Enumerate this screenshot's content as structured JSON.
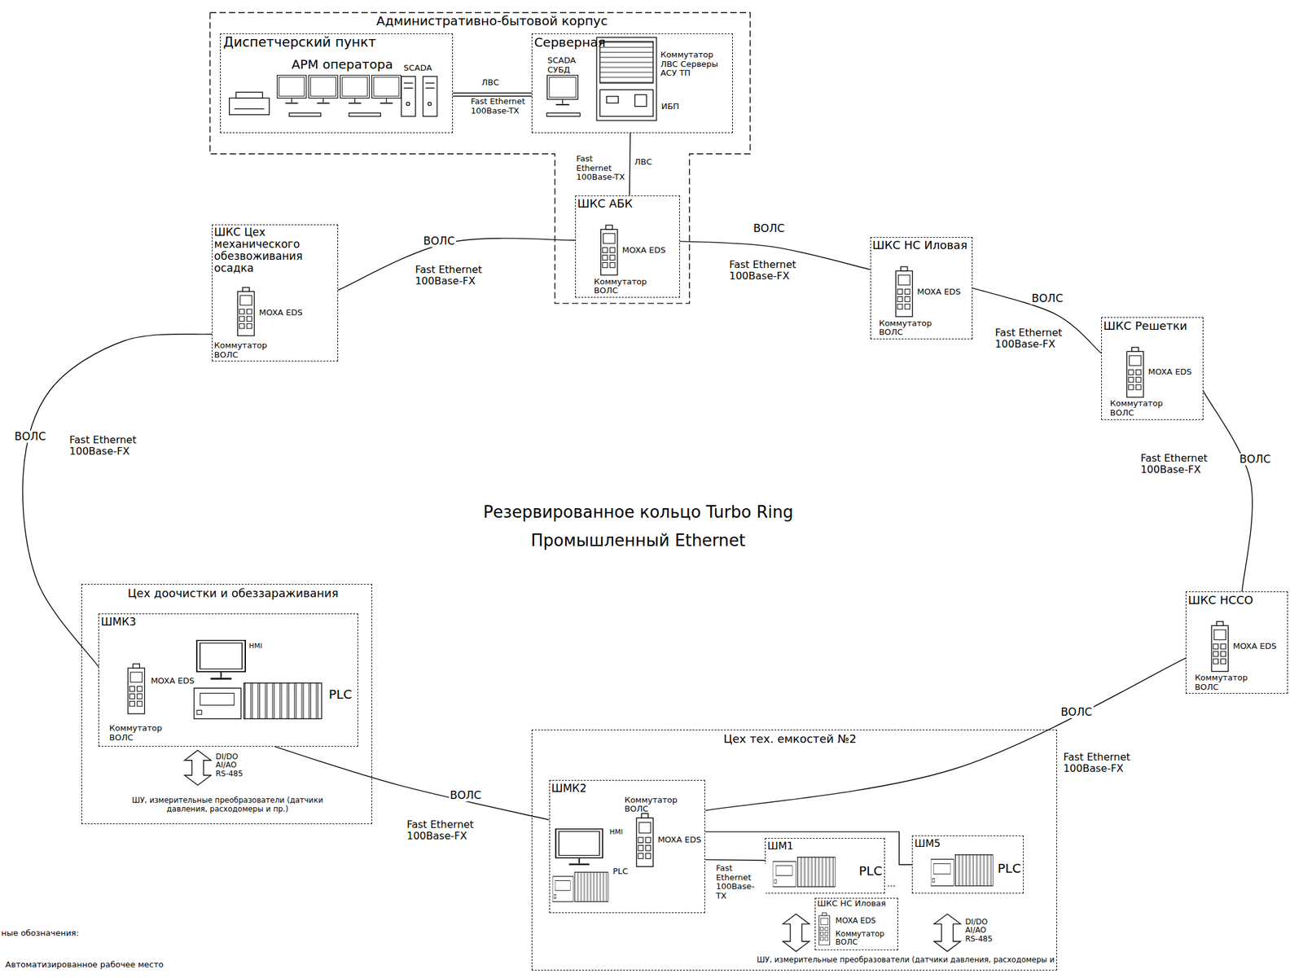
{
  "diagram": {
    "nodes": [
      {
        "text": [
          "Административно-бытовой корпус"
        ]
      },
      {
        "text": [
          "Диспетчерский пункт",
          "АРМ оператора",
          "SCADA"
        ],
        "in": 0
      },
      {
        "text": [
          "Серверная",
          "SCADA СУБД",
          "Коммутатор ЛВС Серверы АСУ ТП",
          "ИБП"
        ],
        "in": 0
      },
      {
        "text": [
          "ШКС АБК",
          "MOXA EDS",
          "Коммутатор ВОЛС"
        ],
        "in": 0
      },
      {
        "text": [
          "ШКС Цех механического обезвоживания осадка",
          "MOXA EDS",
          "Коммутатор ВОЛС"
        ]
      },
      {
        "text": [
          "ШКС НС Иловая",
          "MOXA EDS",
          "Коммутатор ВОЛС"
        ]
      },
      {
        "text": [
          "ШКС Решетки",
          "MOXA EDS",
          "Коммутатор ВОЛС"
        ]
      },
      {
        "text": [
          "ШКС НССО",
          "MOXA EDS",
          "Коммутатор ВОЛС"
        ]
      },
      {
        "text": [
          "Цех доочистки и обеззараживания",
          "ШУ, измерительные преобразователи (датчики давления, расходомеры и пр.)"
        ]
      },
      {
        "text": [
          "ШМК3",
          "MOXA EDS",
          "Коммутатор ВОЛС",
          "HMI",
          "PLC"
        ],
        "in": 8
      },
      {
        "text": [
          "Цех тех. емкостей №2",
          "ШУ, измерительные преобразователи (датчики давления, расходомеры и"
        ]
      },
      {
        "text": [
          "ШМК2",
          "Коммутатор ВОЛС",
          "MOXA EDS",
          "HMI",
          "PLC"
        ],
        "in": 10
      },
      {
        "text": [
          "ШМ1",
          "PLC"
        ],
        "in": 10
      },
      {
        "text": [
          "ШКС НС Иловая",
          "MOXA EDS",
          "Коммутатор ВОЛС"
        ],
        "in": 10
      },
      {
        "text": [
          "ШМ5",
          "PLC"
        ],
        "in": 10
      }
    ],
    "edges": [
      {
        "from": 1,
        "to": 2,
        "label": "ЛВС",
        "arrow": "none"
      },
      {
        "from": 2,
        "to": 3,
        "label": "ЛВС",
        "arrow": "none"
      },
      {
        "from": 3,
        "to": 4,
        "label": "ВОЛС",
        "arrow": "none"
      },
      {
        "from": 3,
        "to": 5,
        "label": "ВОЛС",
        "arrow": "none"
      },
      {
        "from": 5,
        "to": 6,
        "label": "ВОЛС",
        "arrow": "none"
      },
      {
        "from": 6,
        "to": 7,
        "label": "ВОЛС",
        "arrow": "none"
      },
      {
        "from": 7,
        "to": 11,
        "label": "ВОЛС",
        "arrow": "none"
      },
      {
        "from": 11,
        "to": 9,
        "label": "ВОЛС",
        "arrow": "none"
      },
      {
        "from": 9,
        "to": 4,
        "label": "ВОЛС",
        "arrow": "none"
      },
      {
        "from": 11,
        "to": 12,
        "arrow": "none"
      },
      {
        "from": 11,
        "to": 14,
        "arrow": "none"
      }
    ],
    "labels": [
      "Fast Ethernet 100Base-TX",
      "Fast Ethernet 100Base-TX",
      "Fast Ethernet 100Base-FX",
      "Fast Ethernet 100Base-FX",
      "Fast Ethernet 100Base-FX",
      "Fast Ethernet 100Base-FX",
      "Fast Ethernet 100Base-FX",
      "Fast Ethernet 100Base-FX",
      "Fast Ethernet 100Base-FX",
      "Fast Ethernet 100Base-TX",
      "Резервированное кольцо Turbo Ring",
      "Промышленный Ethernet",
      "DI/DO AI/AO RS-485",
      "DI/DO AI/AO RS-485",
      "...",
      "ные обозначения:"
    ],
    "legend": [
      {
        "text": "Автоматизированное рабочее место"
      }
    ]
  }
}
